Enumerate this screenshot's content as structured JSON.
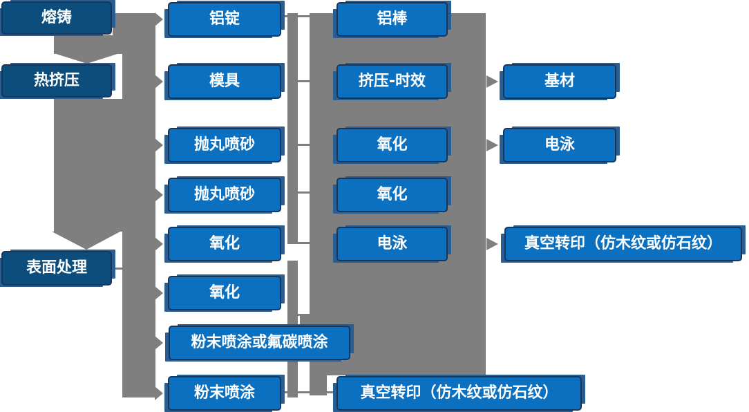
{
  "palette": {
    "page_bg": "#ffffff",
    "box_light": "#0b70c0",
    "box_dark": "#0d4d7c",
    "box_border": "#16365c",
    "box_shadow": "#2a5e93",
    "connector": "#7f7f7f",
    "text": "#ffffff"
  },
  "nodes": {
    "melt_cast": {
      "label": "熔铸"
    },
    "hot_extrusion": {
      "label": "热挤压"
    },
    "surface_treatment": {
      "label": "表面处理"
    },
    "al_ingot": {
      "label": "铝锭"
    },
    "mold": {
      "label": "模具"
    },
    "shot_blast_1": {
      "label": "抛丸喷砂"
    },
    "shot_blast_2": {
      "label": "抛丸喷砂"
    },
    "oxidation_1": {
      "label": "氧化"
    },
    "oxidation_2": {
      "label": "氧化"
    },
    "powder_or_fluorocarbon": {
      "label": "粉末喷涂或氟碳喷涂"
    },
    "powder_coating": {
      "label": "粉末喷涂"
    },
    "al_rod": {
      "label": "铝棒"
    },
    "extrusion_aging": {
      "label": "挤压-时效"
    },
    "oxidation_3": {
      "label": "氧化"
    },
    "oxidation_4": {
      "label": "氧化"
    },
    "electrophoresis_1": {
      "label": "电泳"
    },
    "vacuum_transfer_bottom": {
      "label": "真空转印（仿木纹或仿石纹）"
    },
    "base_material": {
      "label": "基材"
    },
    "electrophoresis_2": {
      "label": "电泳"
    },
    "vacuum_transfer_right": {
      "label": "真空转印（仿木纹或仿石纹）"
    }
  }
}
